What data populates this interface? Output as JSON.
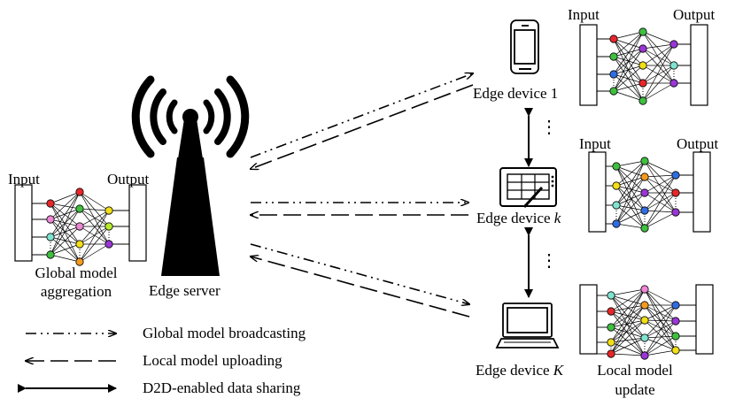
{
  "labels": {
    "input": "Input",
    "output": "Output",
    "global_model_line1": "Global model",
    "global_model_line2": "aggregation",
    "edge_server": "Edge server",
    "edge_device_1": "Edge device 1",
    "edge_device_k_prefix": "Edge device ",
    "edge_device_k_var": "k",
    "edge_device_K_prefix": "Edge device ",
    "edge_device_K_var": "K",
    "local_model_line1": "Local model",
    "local_model_line2": "update",
    "ellipsis": "⋮"
  },
  "legend": {
    "broadcast": "Global model broadcasting",
    "upload": "Local model uploading",
    "d2d": "D2D-enabled data sharing"
  },
  "icons": {
    "server": "cell-tower-icon",
    "device_1": "smartphone-icon",
    "device_k": "tablet-icon",
    "device_K": "laptop-icon"
  },
  "node_colors": {
    "red": "#e8262a",
    "green": "#3fbf3f",
    "blue": "#2f6de0",
    "purple": "#9a36d6",
    "yellow": "#f2df16",
    "pink": "#ee86d6",
    "cyan": "#7fe3d0",
    "orange": "#f39a1f",
    "lime": "#b6ec2c"
  }
}
